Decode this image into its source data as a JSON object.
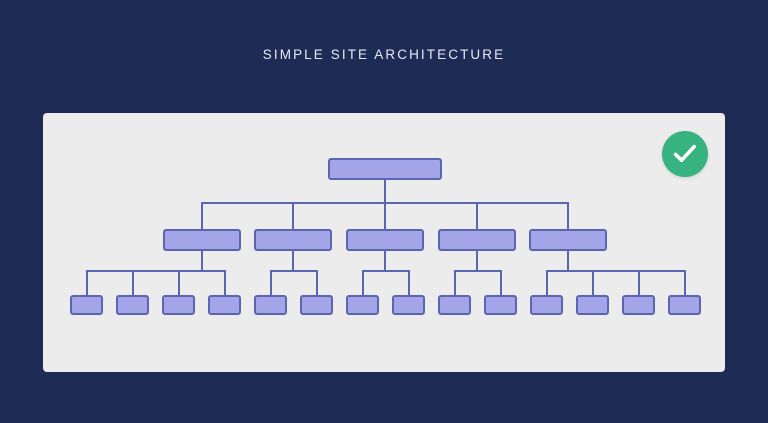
{
  "page": {
    "title": "SIMPLE SITE ARCHITECTURE",
    "background_color": "#1e2b55",
    "card_color": "#ececec",
    "node_fill": "#a3a5e8",
    "node_border": "#5b66b0",
    "badge_color": "#36b37e",
    "title_color": "#e7eaf2"
  },
  "badge": {
    "name": "success-check-badge",
    "icon": "check-icon",
    "color": "#36b37e"
  },
  "diagram": {
    "type": "tree",
    "levels": 3,
    "root": {
      "label": ""
    },
    "level2_count": 5,
    "leaf_count": 14,
    "groups": [
      {
        "label": "",
        "children": 4
      },
      {
        "label": "",
        "children": 2
      },
      {
        "label": "",
        "children": 2
      },
      {
        "label": "",
        "children": 2
      },
      {
        "label": "",
        "children": 4
      }
    ]
  }
}
